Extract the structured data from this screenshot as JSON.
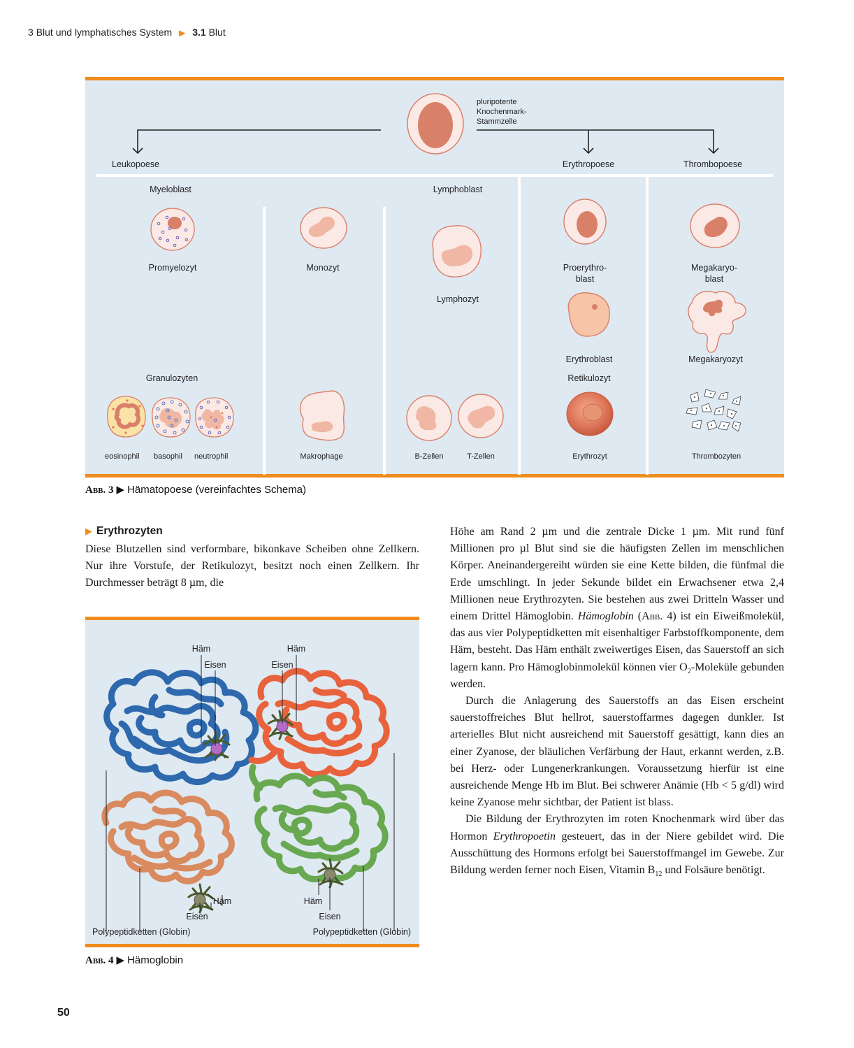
{
  "running_header": {
    "chapter_num": "3",
    "chapter_title": "Blut und lymphatisches System",
    "section_num": "3.1",
    "section_title": "Blut"
  },
  "figure3": {
    "caption_abbr": "Abb. 3",
    "caption_text": "Hämatopoese (vereinfachtes Schema)",
    "stem_cell": [
      "pluripotente",
      "Knochenmark-",
      "Stammzelle"
    ],
    "branches": {
      "leuko": "Leukopoese",
      "erythro": "Erythropoese",
      "thrombo": "Thrombopoese"
    },
    "myeloblast": "Myeloblast",
    "lymphoblast": "Lymphoblast",
    "promyelozyt": "Promyelozyt",
    "monozyt": "Monozyt",
    "lymphozyt": "Lymphozyt",
    "proerythroblast": [
      "Proerythro-",
      "blast"
    ],
    "megakaryoblast": [
      "Megakaryo-",
      "blast"
    ],
    "erythroblast": "Erythroblast",
    "megakaryozyt": "Megakaryozyt",
    "granulozyten": "Granulozyten",
    "retikulozyt": "Retikulozyt",
    "eosinophil": "eosinophil",
    "basophil": "basophil",
    "neutrophil": "neutrophil",
    "makrophage": "Makrophage",
    "b_zellen": "B-Zellen",
    "t_zellen": "T-Zellen",
    "erythrozyt": "Erythrozyt",
    "thrombozyten": "Thrombozyten",
    "colors": {
      "background": "#dfe9f2",
      "rule": "#f08c1c",
      "nucleus": "#d98068",
      "cell": "#fbeeee"
    }
  },
  "figure4": {
    "caption_abbr": "Abb. 4",
    "caption_text": "Hämoglobin",
    "labels": {
      "haem_tl": "Häm",
      "eisen_tl": "Eisen",
      "haem_tr": "Häm",
      "eisen_tr": "Eisen",
      "haem_bl": "Häm",
      "eisen_bl": "Eisen",
      "haem_br": "Häm",
      "eisen_br": "Eisen",
      "globin_left": "Polypeptidketten (Globin)",
      "globin_right": "Polypeptidketten (Globin)"
    },
    "colors": {
      "blue": "#2e68ad",
      "red": "#e8623c",
      "tan": "#d98a5e",
      "green": "#67a851",
      "haem": "#4a5a2a"
    }
  },
  "section": {
    "heading": "Erythrozyten",
    "left_para": "Diese Blutzellen sind verformbare, bikonkave Scheiben ohne Zellkern. Nur ihre Vorstufe, der Retikulozyt, besitzt noch einen Zellkern. Ihr Durchmesser beträgt 8 µm, die",
    "p1a": "Höhe am Rand 2 µm und die zentrale Dicke 1 µm. Mit rund fünf Millionen pro µl Blut sind sie die häufigsten Zellen im menschlichen Körper. Aneinandergereiht würden sie eine Kette bilden, die fünfmal die Erde umschlingt. In jeder Sekunde bildet ein Erwachsener etwa 2,4 Millionen neue Erythrozyten. Sie bestehen aus zwei Dritteln Wasser und einem Drittel Hämoglobin. ",
    "p1_italic": "Hämoglobin",
    "p1_ref_open": " (",
    "p1_ref": "Abb. 4",
    "p1b": ") ist ein Eiweißmolekül, das aus vier Polypeptidketten mit eisenhaltiger Farbstoffkomponente, dem Häm, besteht. Das Häm enthält zweiwertiges Eisen, das Sauerstoff an sich lagern kann. Pro Hämoglobinmolekül können vier O",
    "p1_sub": "2",
    "p1c": "-Moleküle gebunden werden.",
    "p2": "Durch die Anlagerung des Sauerstoffs an das Eisen erscheint sauerstoffreiches Blut hellrot, sauerstoffarmes dagegen dunkler. Ist arterielles Blut nicht ausreichend mit Sauerstoff gesättigt, kann dies an einer Zyanose, der bläulichen Verfärbung der Haut, erkannt werden, z.B. bei Herz- oder Lungenerkrankungen. Voraussetzung hierfür ist eine ausreichende Menge Hb im Blut. Bei schwerer Anämie (Hb < 5 g/dl) wird keine Zyanose mehr sichtbar, der Patient ist blass.",
    "p3a": "Die Bildung der Erythrozyten im roten Knochenmark wird über das Hormon ",
    "p3_italic": "Erythropoetin",
    "p3b": " gesteuert, das in der Niere gebildet wird. Die Ausschüttung des Hormons erfolgt bei Sauerstoffmangel im Gewebe. Zur Bildung werden ferner noch Eisen, Vitamin B",
    "p3_sub": "12",
    "p3c": " und Folsäure benötigt."
  },
  "page_number": "50"
}
